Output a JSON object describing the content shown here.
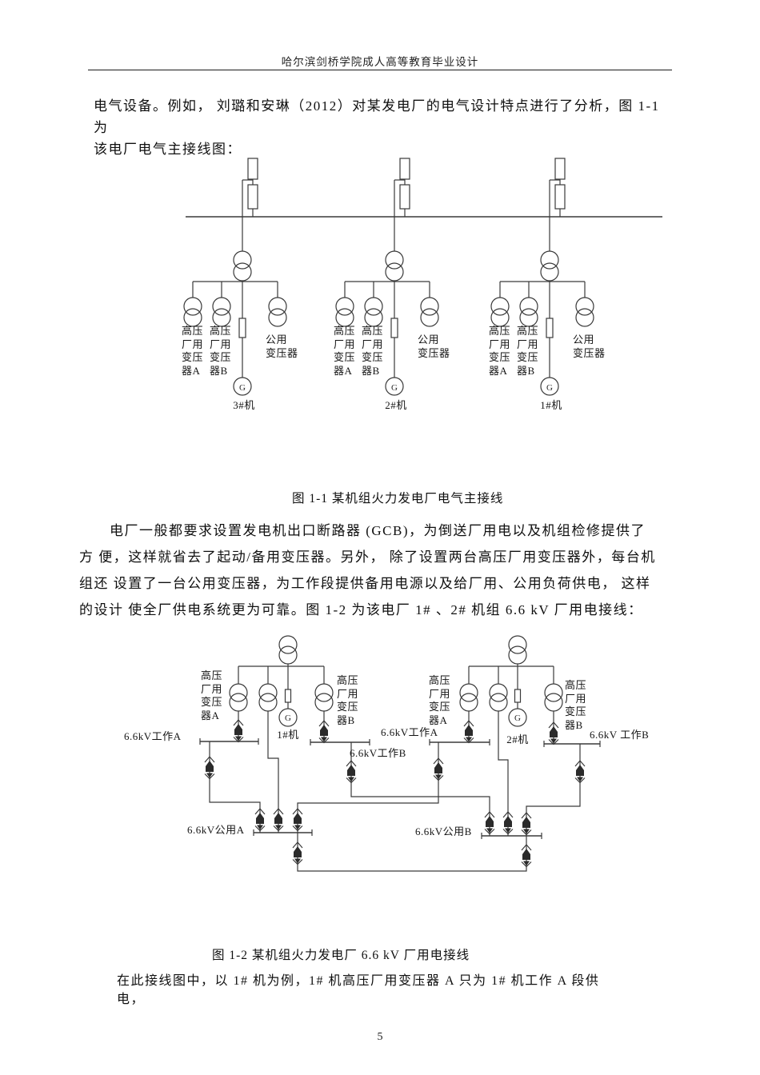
{
  "header": {
    "title": "哈尔滨剑桥学院成人高等教育毕业设计"
  },
  "paragraphs": {
    "p1": "电气设备。例如， 刘璐和安琳（2012）对某发电厂的电气设计特点进行了分析，图  1-1\n为\n该电厂电气主接线图：",
    "p2": "电厂一般都要求设置发电机出口断路器 (GCB)，为倒送厂用电以及机组检修提供了\n方 便，这样就省去了起动/备用变压器。另外， 除了设置两台高压厂用变压器外，每台机\n组还 设置了一台公用变压器，为工作段提供备用电源以及给厂用、公用负荷供电， 这样\n的设计 使全厂供电系统更为可靠。图 1-2 为该电厂 1# 、2# 机组 6.6 kV 厂用电接线：",
    "p3": "在此接线图中，以 1# 机为例，1# 机高压厂用变压器 A 只为 1# 机工作 A 段供\n电，"
  },
  "figure1": {
    "caption": "图 1-1 某机组火力发电厂电气主接线",
    "labels": {
      "hv_a": "高压\n厂用\n变压\n器A",
      "hv_b": "高压\n厂用\n变压\n器B",
      "common": "公用\n变压器",
      "unit3": "3#机",
      "unit2": "2#机",
      "unit1": "1#机",
      "generator": "G"
    }
  },
  "figure2": {
    "caption": "图 1-2 某机组火力发电厂 6.6 kV 厂用电接线",
    "labels": {
      "hv_a": "高压\n厂用\n变压\n器A",
      "hv_b": "高压\n厂用\n变压\n器B",
      "unit1": "1#机",
      "unit2": "2#机",
      "bus_work_a1": "6.6kV工作A",
      "bus_work_b1": "6.6kV工作B",
      "bus_work_a2": "6.6kV工作A",
      "bus_work_b2": "6.6kV 工作B",
      "bus_common_a": "6.6kV公用A",
      "bus_common_b": "6.6kV公用B",
      "generator": "G"
    }
  },
  "footer": {
    "page_number": "5"
  },
  "colors": {
    "ink": "#161616",
    "line": "#3a3a3a",
    "background": "#ffffff"
  }
}
